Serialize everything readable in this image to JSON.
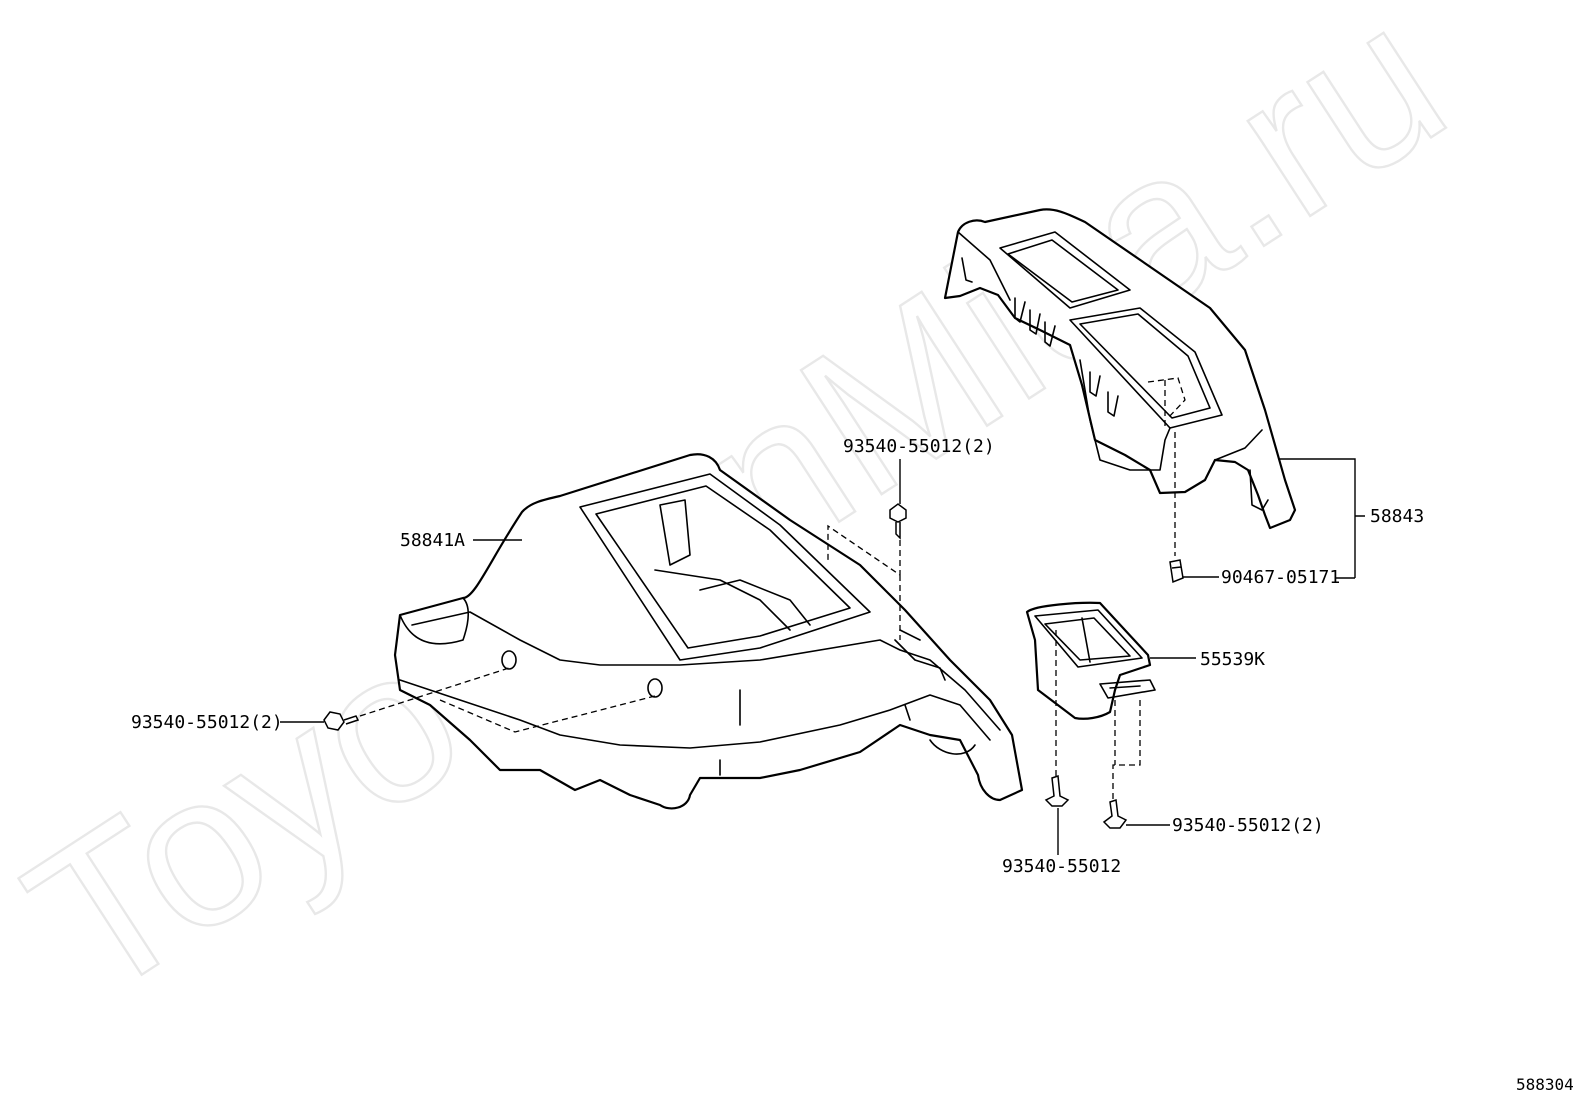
{
  "watermark": "ToyotaOnMica.ru",
  "figure_id": "588304",
  "callouts": {
    "console_box": "58841A",
    "upper_panel": "58843",
    "upper_clip": "90467-05171",
    "cup_holder": "55539K",
    "screw_upper": "93540-55012(2)",
    "screw_left": "93540-55012(2)",
    "screw_bottom": "93540-55012",
    "screw_right": "93540-55012(2)"
  },
  "colors": {
    "line": "#000000",
    "watermark": "#e8e8e8",
    "background": "#ffffff"
  }
}
